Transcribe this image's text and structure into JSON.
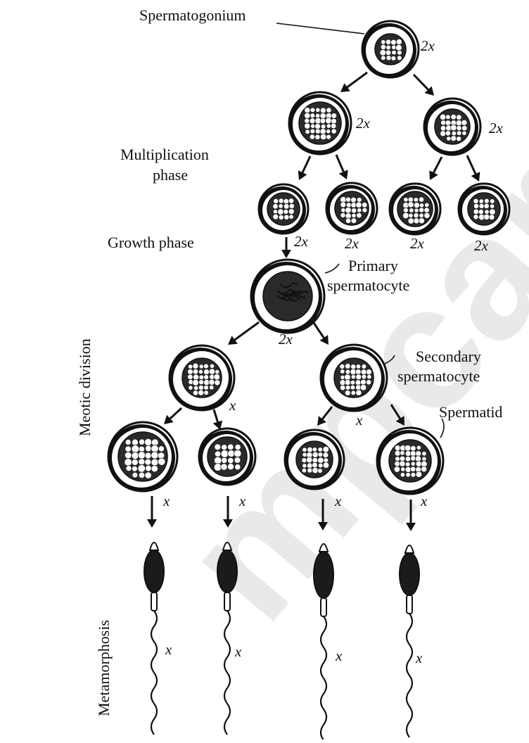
{
  "watermark": "mpcareer.",
  "labels": {
    "spermatogonium": "Spermatogonium",
    "multiplication_line1": "Multiplication",
    "multiplication_line2": "phase",
    "growth_phase": "Growth phase",
    "primary_line1": "Primary",
    "primary_line2": "spermatocyte",
    "secondary_line1": "Secondary",
    "secondary_line2": "spermatocyte",
    "spermatid": "Spermatid",
    "meiotic_division": "Meotic division",
    "metamorphosis": "Metamorphosis"
  },
  "ploidy": {
    "diploid": "2x",
    "haploid": "x"
  },
  "stages": [
    {
      "name": "Spermatogonium",
      "count": 1,
      "ploidy": "2x"
    },
    {
      "name": "Multiplication phase",
      "count": 2,
      "ploidy": "2x"
    },
    {
      "name": "Multiplication phase",
      "count": 4,
      "ploidy": "2x"
    },
    {
      "name": "Primary spermatocyte",
      "count": 1,
      "ploidy": "2x"
    },
    {
      "name": "Secondary spermatocyte",
      "count": 2,
      "ploidy": "x"
    },
    {
      "name": "Spermatid",
      "count": 4,
      "ploidy": "x"
    },
    {
      "name": "Metamorphosis",
      "count": 4,
      "ploidy": "x"
    }
  ]
}
